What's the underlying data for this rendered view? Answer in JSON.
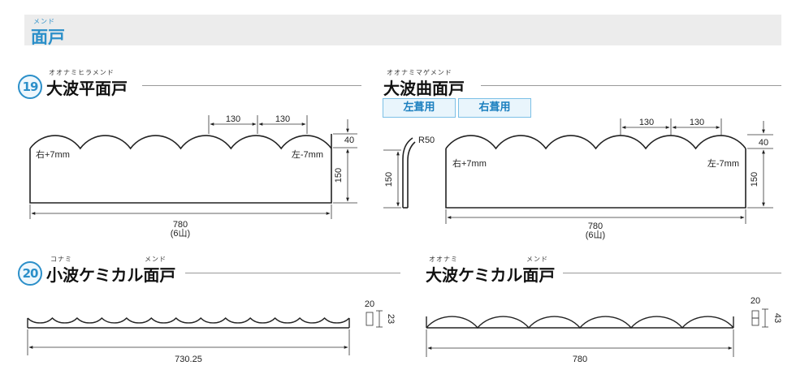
{
  "section": {
    "title": "面戸",
    "ruby": "メンド"
  },
  "items": [
    {
      "num": "19",
      "title": "大波平面戸",
      "ruby": "オオナミヒラメンド"
    },
    {
      "title": "大波曲面戸",
      "ruby": "オオナミマゲメンド",
      "buttons": [
        "左葺用",
        "右葺用"
      ]
    },
    {
      "num": "20",
      "title": "小波ケミカル面戸",
      "ruby_left": "コナミ",
      "ruby_right": "メンド"
    },
    {
      "title": "大波ケミカル面戸",
      "ruby_left": "オオナミ",
      "ruby_right": "メンド"
    }
  ],
  "diagrams": {
    "flat": {
      "pitch_a": "130",
      "pitch_b": "130",
      "right_note": "右+7mm",
      "left_note": "左-7mm",
      "h_top": "40",
      "h_body": "150",
      "width": "780",
      "count": "(6山)"
    },
    "curved": {
      "radius": "R50",
      "side_h": "150",
      "pitch_a": "130",
      "pitch_b": "130",
      "right_note": "右+7mm",
      "left_note": "左-7mm",
      "h_top": "40",
      "h_body": "150",
      "width": "780",
      "count": "(6山)"
    },
    "small_chem": {
      "width": "730.25",
      "t1": "20",
      "t2": "23"
    },
    "large_chem": {
      "width": "780",
      "t1": "20",
      "t2": "43"
    }
  }
}
